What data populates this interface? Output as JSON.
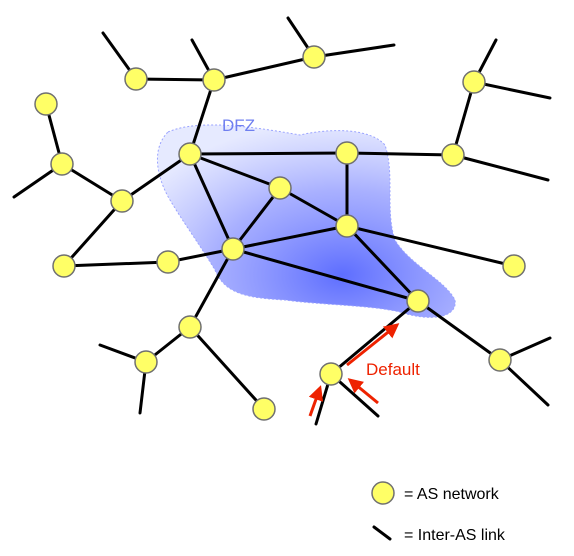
{
  "diagram": {
    "region_label": "DFZ",
    "default_label": "Default",
    "legend": {
      "node_label": "= AS network",
      "link_label": "= Inter-AS link"
    }
  },
  "colors": {
    "node_fill": "#ffff66",
    "node_stroke": "#707070",
    "link": "#000000",
    "region": "#7f8cff",
    "region_label": "#6f7ff0",
    "default_route": "#ee2200"
  }
}
